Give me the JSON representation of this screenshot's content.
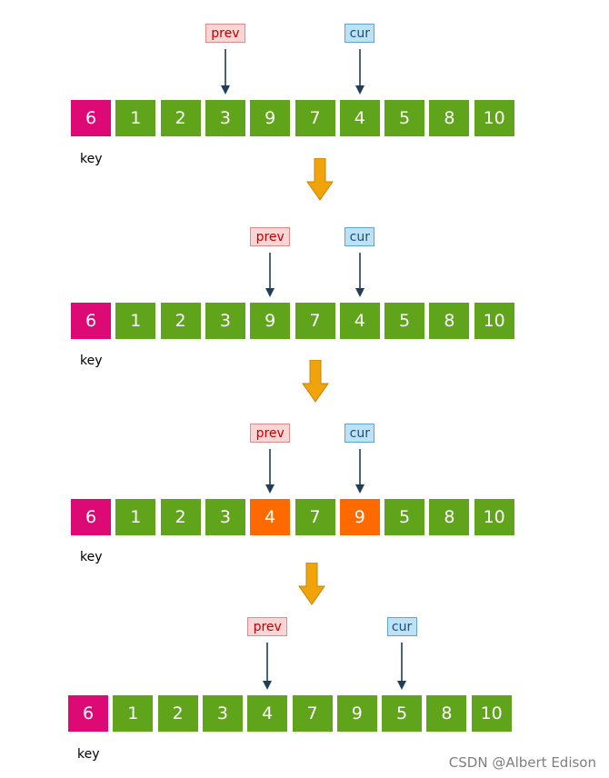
{
  "colors": {
    "key": "#dd0a76",
    "normal": "#5fa41b",
    "swapped": "#ff6a00",
    "prev_text": "#c00000",
    "cur_text": "#1f4e79",
    "pointer_arrow": "#203e5a",
    "flow_arrow": "#f0a30a"
  },
  "stages": [
    {
      "cells": [
        {
          "value": "6",
          "role": "key"
        },
        {
          "value": "1",
          "role": "normal"
        },
        {
          "value": "2",
          "role": "normal"
        },
        {
          "value": "3",
          "role": "normal"
        },
        {
          "value": "9",
          "role": "normal"
        },
        {
          "value": "7",
          "role": "normal"
        },
        {
          "value": "4",
          "role": "normal"
        },
        {
          "value": "5",
          "role": "normal"
        },
        {
          "value": "8",
          "role": "normal"
        },
        {
          "value": "10",
          "role": "normal"
        }
      ],
      "key_label": "key",
      "prev_label": "prev",
      "prev_index": 3,
      "cur_label": "cur",
      "cur_index": 6
    },
    {
      "cells": [
        {
          "value": "6",
          "role": "key"
        },
        {
          "value": "1",
          "role": "normal"
        },
        {
          "value": "2",
          "role": "normal"
        },
        {
          "value": "3",
          "role": "normal"
        },
        {
          "value": "9",
          "role": "normal"
        },
        {
          "value": "7",
          "role": "normal"
        },
        {
          "value": "4",
          "role": "normal"
        },
        {
          "value": "5",
          "role": "normal"
        },
        {
          "value": "8",
          "role": "normal"
        },
        {
          "value": "10",
          "role": "normal"
        }
      ],
      "key_label": "key",
      "prev_label": "prev",
      "prev_index": 4,
      "cur_label": "cur",
      "cur_index": 6
    },
    {
      "cells": [
        {
          "value": "6",
          "role": "key"
        },
        {
          "value": "1",
          "role": "normal"
        },
        {
          "value": "2",
          "role": "normal"
        },
        {
          "value": "3",
          "role": "normal"
        },
        {
          "value": "4",
          "role": "swapped"
        },
        {
          "value": "7",
          "role": "normal"
        },
        {
          "value": "9",
          "role": "swapped"
        },
        {
          "value": "5",
          "role": "normal"
        },
        {
          "value": "8",
          "role": "normal"
        },
        {
          "value": "10",
          "role": "normal"
        }
      ],
      "key_label": "key",
      "prev_label": "prev",
      "prev_index": 4,
      "cur_label": "cur",
      "cur_index": 6
    },
    {
      "cells": [
        {
          "value": "6",
          "role": "key"
        },
        {
          "value": "1",
          "role": "normal"
        },
        {
          "value": "2",
          "role": "normal"
        },
        {
          "value": "3",
          "role": "normal"
        },
        {
          "value": "4",
          "role": "normal"
        },
        {
          "value": "7",
          "role": "normal"
        },
        {
          "value": "9",
          "role": "normal"
        },
        {
          "value": "5",
          "role": "normal"
        },
        {
          "value": "8",
          "role": "normal"
        },
        {
          "value": "10",
          "role": "normal"
        }
      ],
      "key_label": "key",
      "prev_label": "prev",
      "prev_index": 4,
      "cur_label": "cur",
      "cur_index": 7
    }
  ],
  "watermark": "CSDN @Albert Edison"
}
